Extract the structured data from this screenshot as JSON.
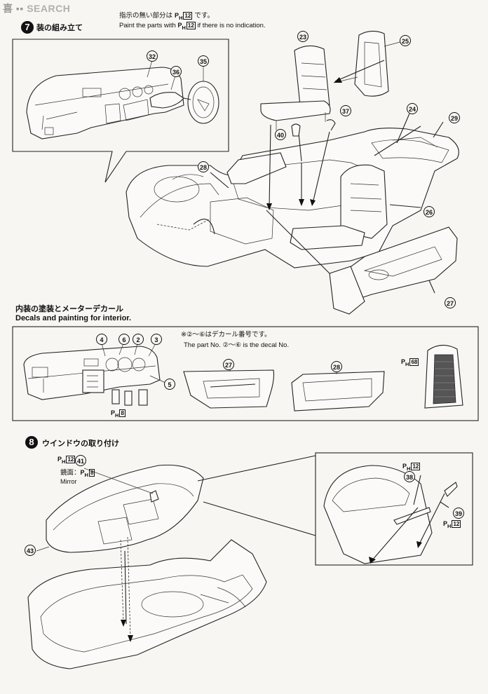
{
  "watermark": {
    "part1": "SEARCH"
  },
  "step7": {
    "title_suffix": "装の組み立て",
    "note_jp_prefix": "指示の無い部分は",
    "note_jp_paint": "12",
    "note_jp_suffix": "です。",
    "note_en_prefix": "Paint the parts with",
    "note_en_paint": "12",
    "note_en_suffix": "if there is no indication."
  },
  "interior_paint": {
    "title_jp": "内装の塗装とメーターデカール",
    "title_en": "Decals and painting for interior.",
    "note_jp": "※②～⑥はデカール番号です。",
    "note_en": "The part No. ②～⑥ is the decal No.",
    "pedal_paint": "8",
    "seat_paint": "68"
  },
  "step8": {
    "number": "8",
    "title_jp": "ウインドウの取り付け",
    "paint_41": "12",
    "mirror_jp_prefix": "鏡面：",
    "mirror_paint": "8",
    "mirror_en": "Mirror",
    "paint_38": "12",
    "paint_39": "12"
  },
  "callouts": {
    "c23": "23",
    "c25": "25",
    "c32": "32",
    "c36": "36",
    "c35": "35",
    "c37": "37",
    "c24": "24",
    "c29": "29",
    "c40": "40",
    "c28": "28",
    "c26": "26",
    "c27": "27",
    "d4": "4",
    "d6": "6",
    "d2": "2",
    "d3": "3",
    "d5": "5",
    "p27": "27",
    "p28": "28",
    "c41": "41",
    "c43": "43",
    "c38": "38",
    "c39": "39"
  },
  "paint_prefix": "P",
  "paint_sub": "H",
  "colors": {
    "ink": "#111111",
    "paper": "#f7f6f3",
    "watermark": "#9a9a9a"
  }
}
